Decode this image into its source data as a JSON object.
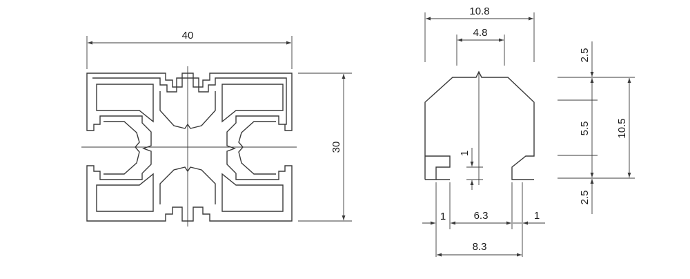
{
  "drawing": {
    "left_view": {
      "width_label": "40",
      "height_label": "30"
    },
    "right_view": {
      "overall_width_label": "10.8",
      "slot_opening_label": "4.8",
      "top_offset_label": "2.5",
      "middle_height_label": "5.5",
      "bottom_offset_label": "2.5",
      "total_height_label": "10.5",
      "lip_thickness_label": "1",
      "left_wall_label": "1",
      "inner_width_label": "6.3",
      "right_wall_label": "1",
      "base_width_label": "8.3"
    }
  },
  "colors": {
    "line": "#3a3a3a",
    "text": "#1a1a1a",
    "background": "#ffffff"
  }
}
